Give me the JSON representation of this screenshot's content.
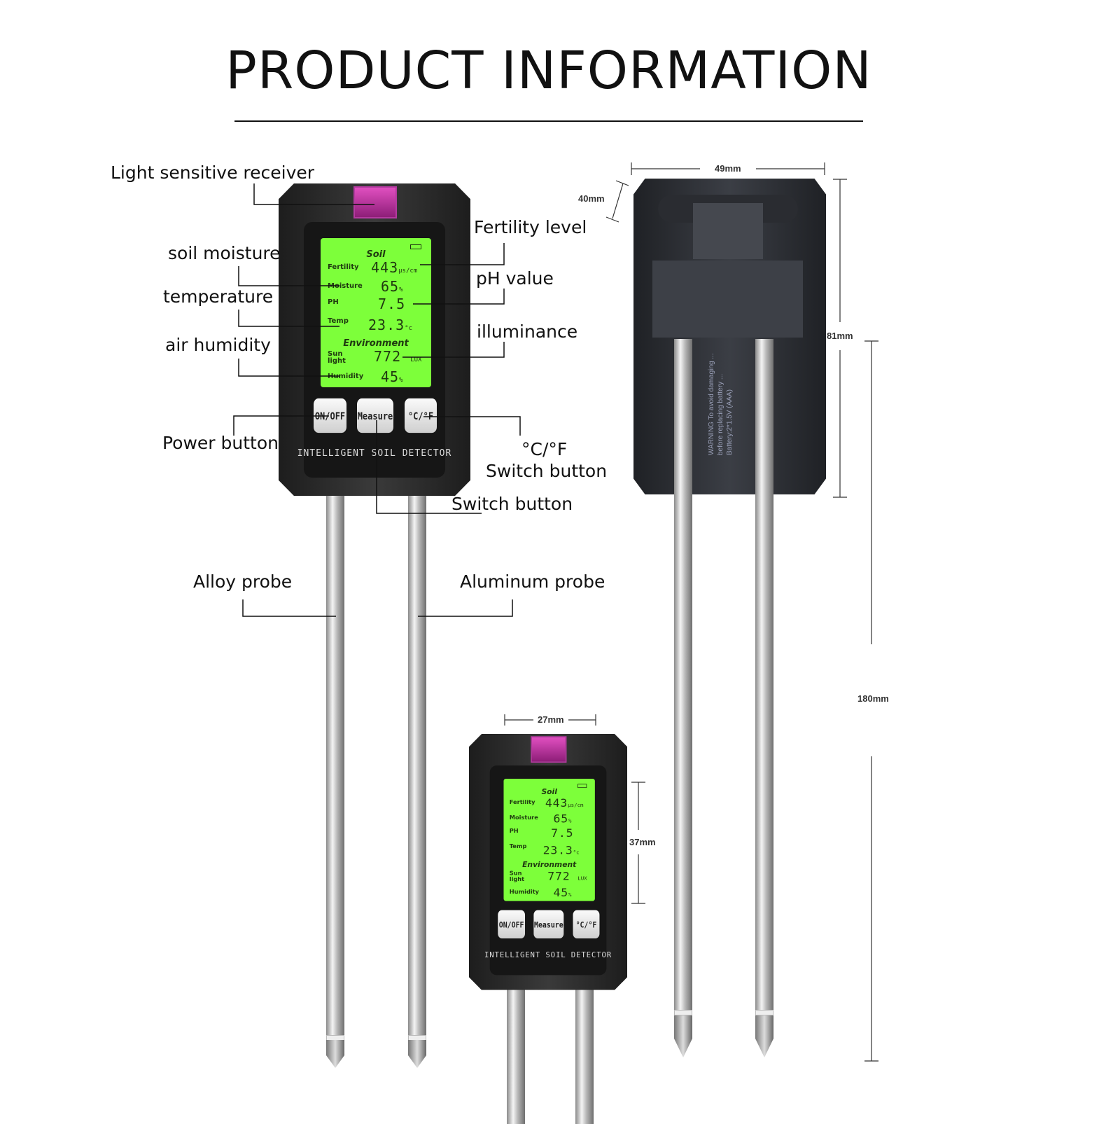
{
  "title": "PRODUCT INFORMATION",
  "labels": {
    "light_receiver": "Light sensitive receiver",
    "soil_moisture": "soil moisture",
    "temperature": "temperature",
    "air_humidity": "air humidity",
    "power_button": "Power button",
    "fertility": "Fertility level",
    "ph": "pH value",
    "illuminance": "illuminance",
    "cf": "°C/°F",
    "cf_switch": "Switch button",
    "switch": "Switch button",
    "alloy": "Alloy probe",
    "aluminum": "Aluminum probe"
  },
  "dimensions": {
    "width": "49mm",
    "depth": "40mm",
    "body_height": "81mm",
    "total_height": "180mm",
    "screen_width": "27mm",
    "screen_height": "37mm"
  },
  "screen": {
    "soil": "Soil",
    "environment": "Environment",
    "fertility_label": "Fertility",
    "fertility_value": "443",
    "fertility_unit": "μs/cm",
    "moisture_label": "Moisture",
    "moisture_value": "65",
    "moisture_unit": "%",
    "ph_label": "PH",
    "ph_value": "7.5",
    "temp_label": "Temp",
    "temp_value": "23.3",
    "temp_unit": "°c",
    "sun_label": "Sun light",
    "sun_value": "772",
    "sun_unit": "LUX",
    "humidity_label": "Humidity",
    "humidity_value": "45",
    "humidity_unit": "%"
  },
  "buttons": {
    "power": "ON/OFF",
    "measure": "Measure",
    "unit": "°C/°F"
  },
  "brand": "INTELLIGENT SOIL DETECTOR",
  "back_warning": "WARNING To avoid damaging ... before replacing battery ... Battery:2*1.5V (AAA)"
}
